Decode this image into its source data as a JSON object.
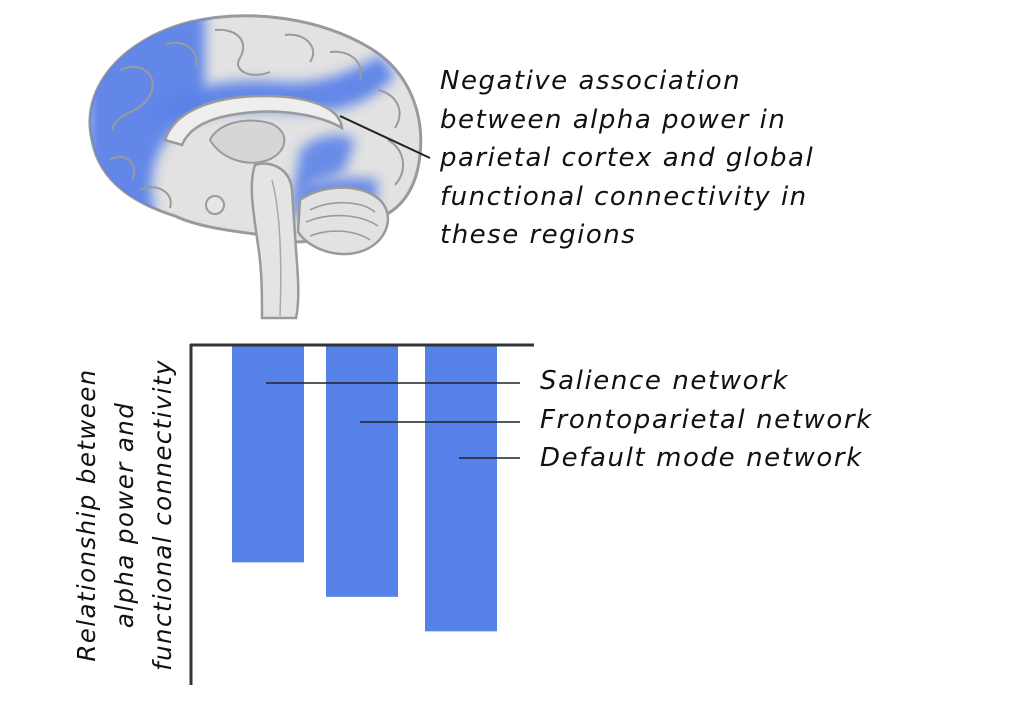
{
  "colors": {
    "highlight": "#5b82e8",
    "bar": "#5681e9",
    "brain_fill": "#e2e2e2",
    "brain_outline": "#9a9a9a",
    "text": "#111111"
  },
  "caption": {
    "lines": [
      "Negative association",
      "between alpha power in",
      "parietal cortex and global",
      "functional connectivity in",
      "these regions"
    ]
  },
  "chart_data": {
    "type": "bar",
    "orientation": "downward from top axis",
    "categories": [
      "Salience network",
      "Frontoparietal network",
      "Default mode network"
    ],
    "values": [
      -0.63,
      -0.73,
      -0.83
    ],
    "ylim": [
      -1,
      0
    ],
    "ylabel_lines": [
      "Relationship between",
      "alpha power and",
      "functional connectivity"
    ],
    "legend_placement": "right, inline with leader lines",
    "grid": false
  }
}
